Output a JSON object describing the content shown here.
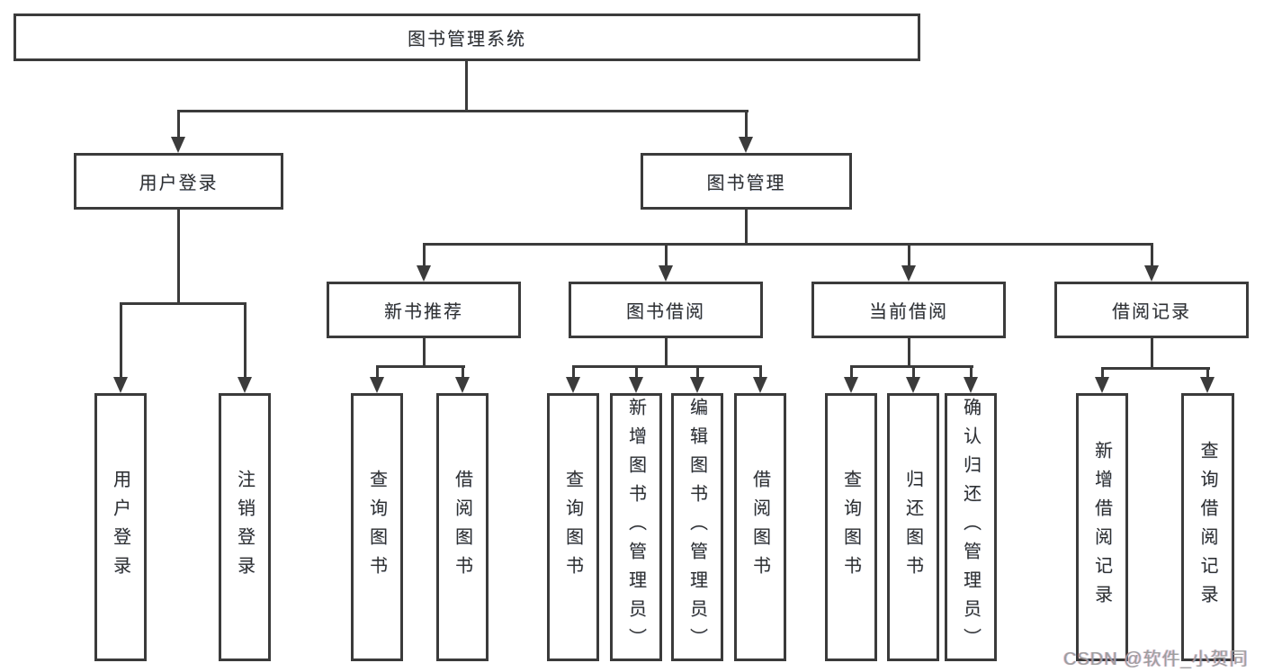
{
  "diagram": {
    "root": {
      "label": "图书管理系统"
    },
    "branches": [
      {
        "label": "用户登录",
        "children": [
          {
            "label": "用户登录"
          },
          {
            "label": "注销登录"
          }
        ]
      },
      {
        "label": "图书管理",
        "children": [
          {
            "label": "新书推荐",
            "children": [
              {
                "label": "查询图书"
              },
              {
                "label": "借阅图书"
              }
            ]
          },
          {
            "label": "图书借阅",
            "children": [
              {
                "label": "查询图书"
              },
              {
                "label": "新增图书（管理员）"
              },
              {
                "label": "编辑图书（管理员）"
              },
              {
                "label": "借阅图书"
              }
            ]
          },
          {
            "label": "当前借阅",
            "children": [
              {
                "label": "查询图书"
              },
              {
                "label": "归还图书"
              },
              {
                "label": "确认归还（管理员）"
              }
            ]
          },
          {
            "label": "借阅记录",
            "children": [
              {
                "label": "新增借阅记录"
              },
              {
                "label": "查询借阅记录"
              }
            ]
          }
        ]
      }
    ],
    "watermark": "CSDN @软件_小贺同学",
    "colors": {
      "line": "#3b3b3b",
      "text": "#2f2f2f",
      "watermark": "#9e9e9e",
      "background": "#ffffff"
    }
  }
}
